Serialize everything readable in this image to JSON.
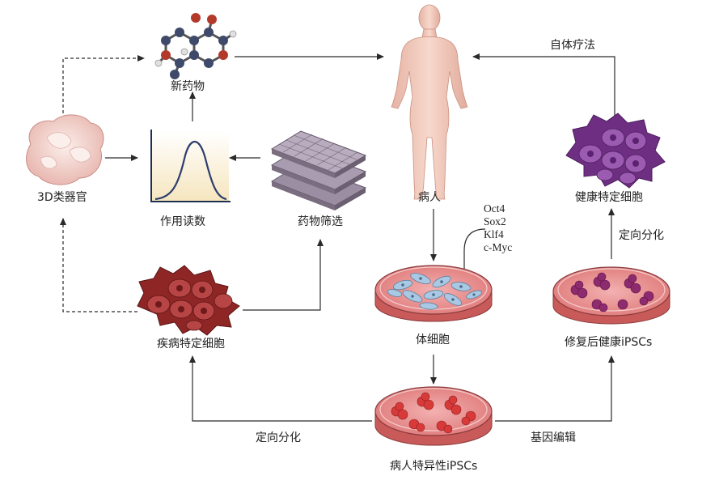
{
  "labels": {
    "new_drug": "新药物",
    "organoid": "3D类器官",
    "action_readout": "作用读数",
    "drug_screening": "药物筛选",
    "patient": "病人",
    "autologous_therapy": "自体疗法",
    "healthy_specific_cells": "健康特定细胞",
    "directed_diff_right": "定向分化",
    "repaired_ipscs": "修复后健康iPSCs",
    "somatic_cells": "体细胞",
    "disease_specific_cells": "疾病特定细胞",
    "directed_diff_bottom": "定向分化",
    "gene_editing": "基因编辑",
    "patient_ipscs": "病人特异性iPSCs"
  },
  "factors": [
    "Oct4",
    "Sox2",
    "Klf4",
    "c-Myc"
  ],
  "colors": {
    "arrow": "#2a2a2a",
    "skin": "#f2c9bb",
    "disease_cell": "#a83232",
    "healthy_cell": "#7a3a8e",
    "dish_medium": "#e58a8a",
    "ipsc_red": "#d83a3a",
    "ipsc_purple": "#8e2a6e",
    "somatic_blue": "#9fc3e0",
    "organoid": "#f0d0cc",
    "curve": "#2c3e6e",
    "grid": "#8a7a8a"
  },
  "icons": [
    "molecule-icon",
    "organoid-icon",
    "curve-chart-icon",
    "screening-plates-icon",
    "human-body-icon",
    "petri-dish-icon",
    "cell-cluster-icon"
  ]
}
